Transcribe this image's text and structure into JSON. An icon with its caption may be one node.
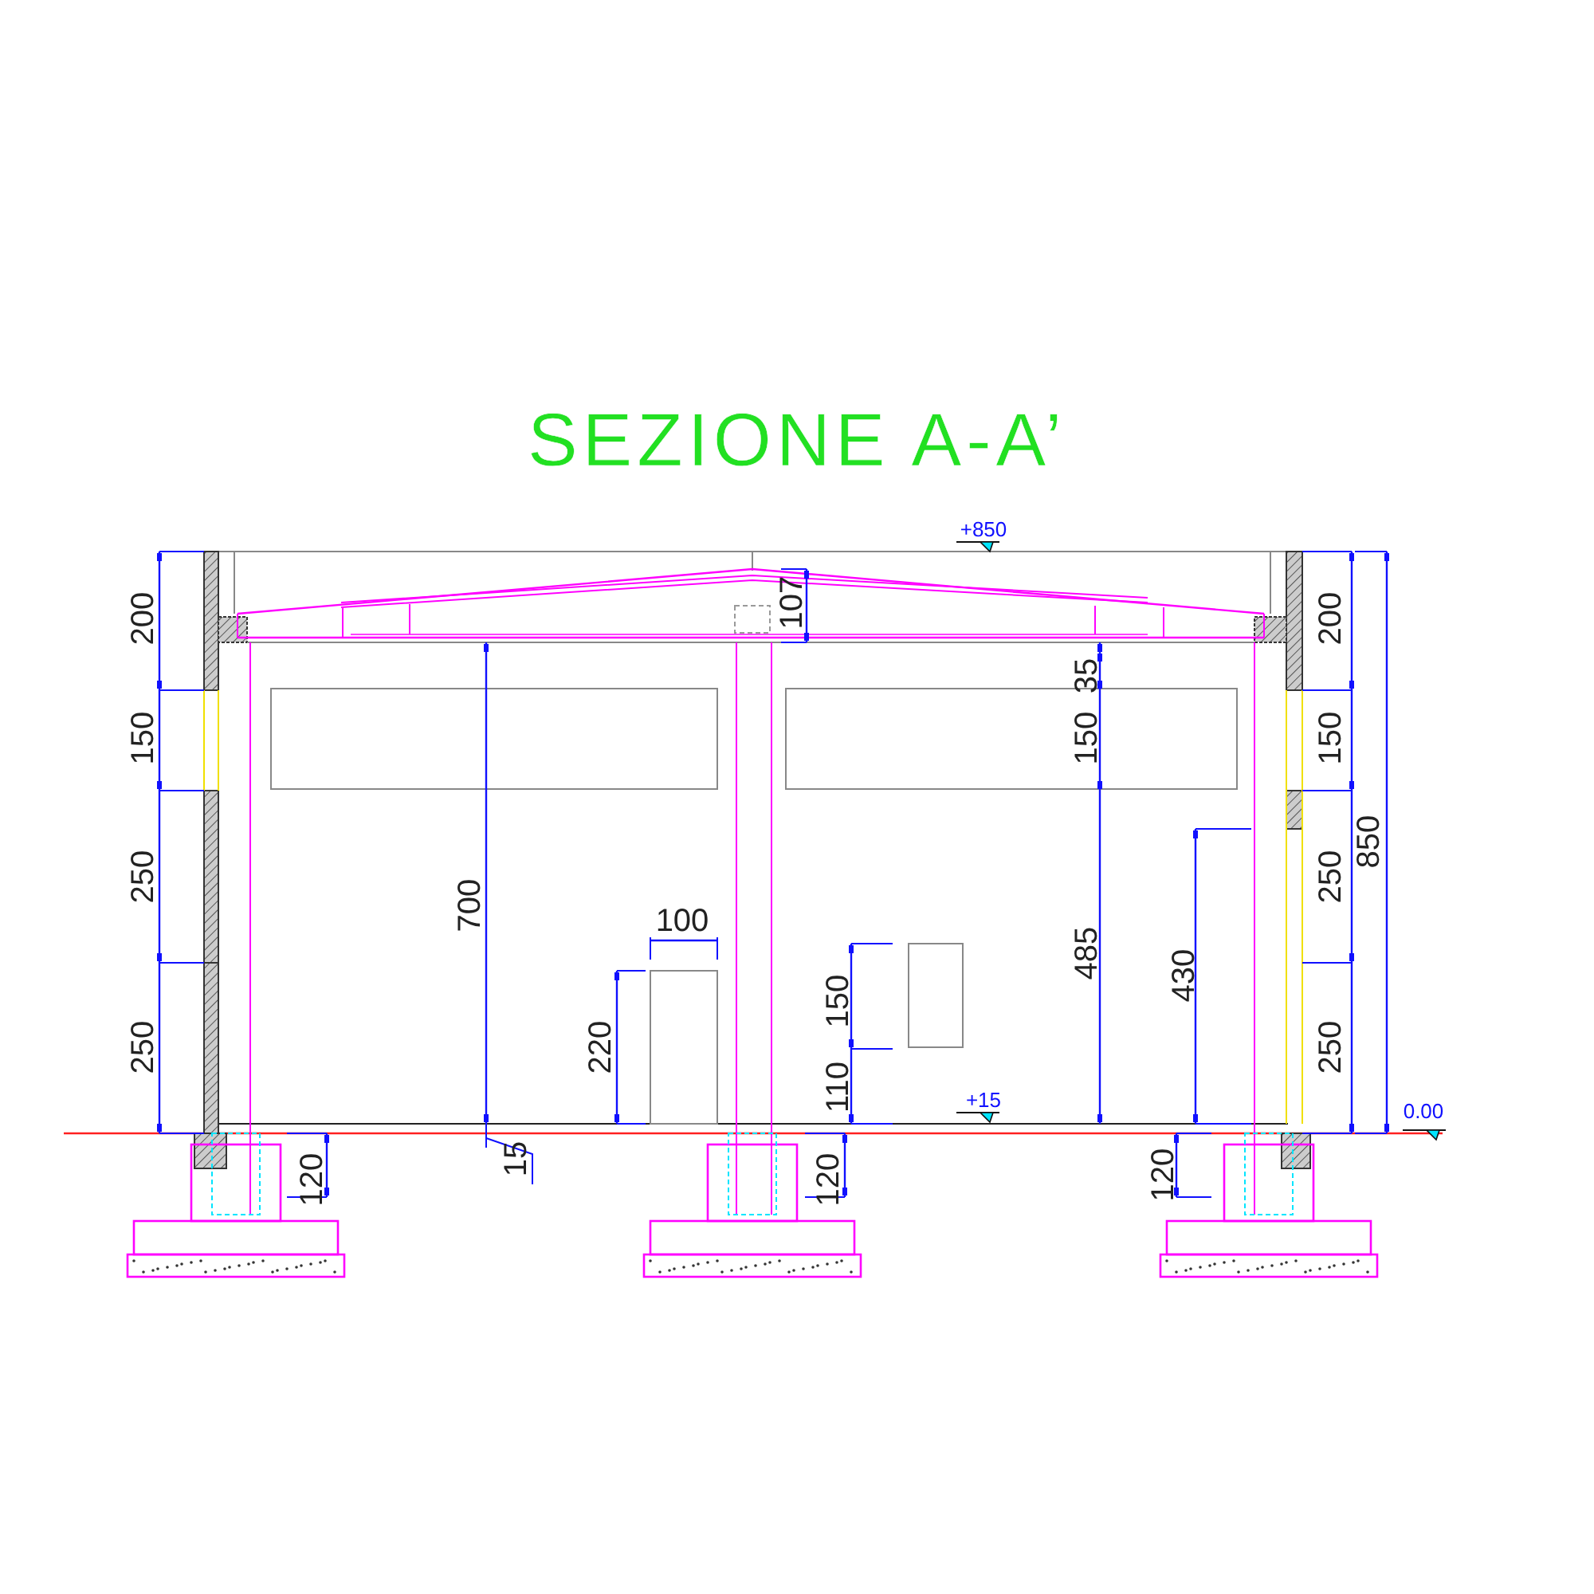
{
  "diagram": {
    "title": "SEZIONE A-A’",
    "labels": [
      "+850",
      "200",
      "107",
      "200",
      "35",
      "150",
      "150",
      "150",
      "850",
      "250",
      "700",
      "250",
      "100",
      "485",
      "430",
      "150",
      "250",
      "220",
      "250",
      "110",
      "+15",
      "0.00",
      "15",
      "120",
      "120",
      "120"
    ]
  }
}
